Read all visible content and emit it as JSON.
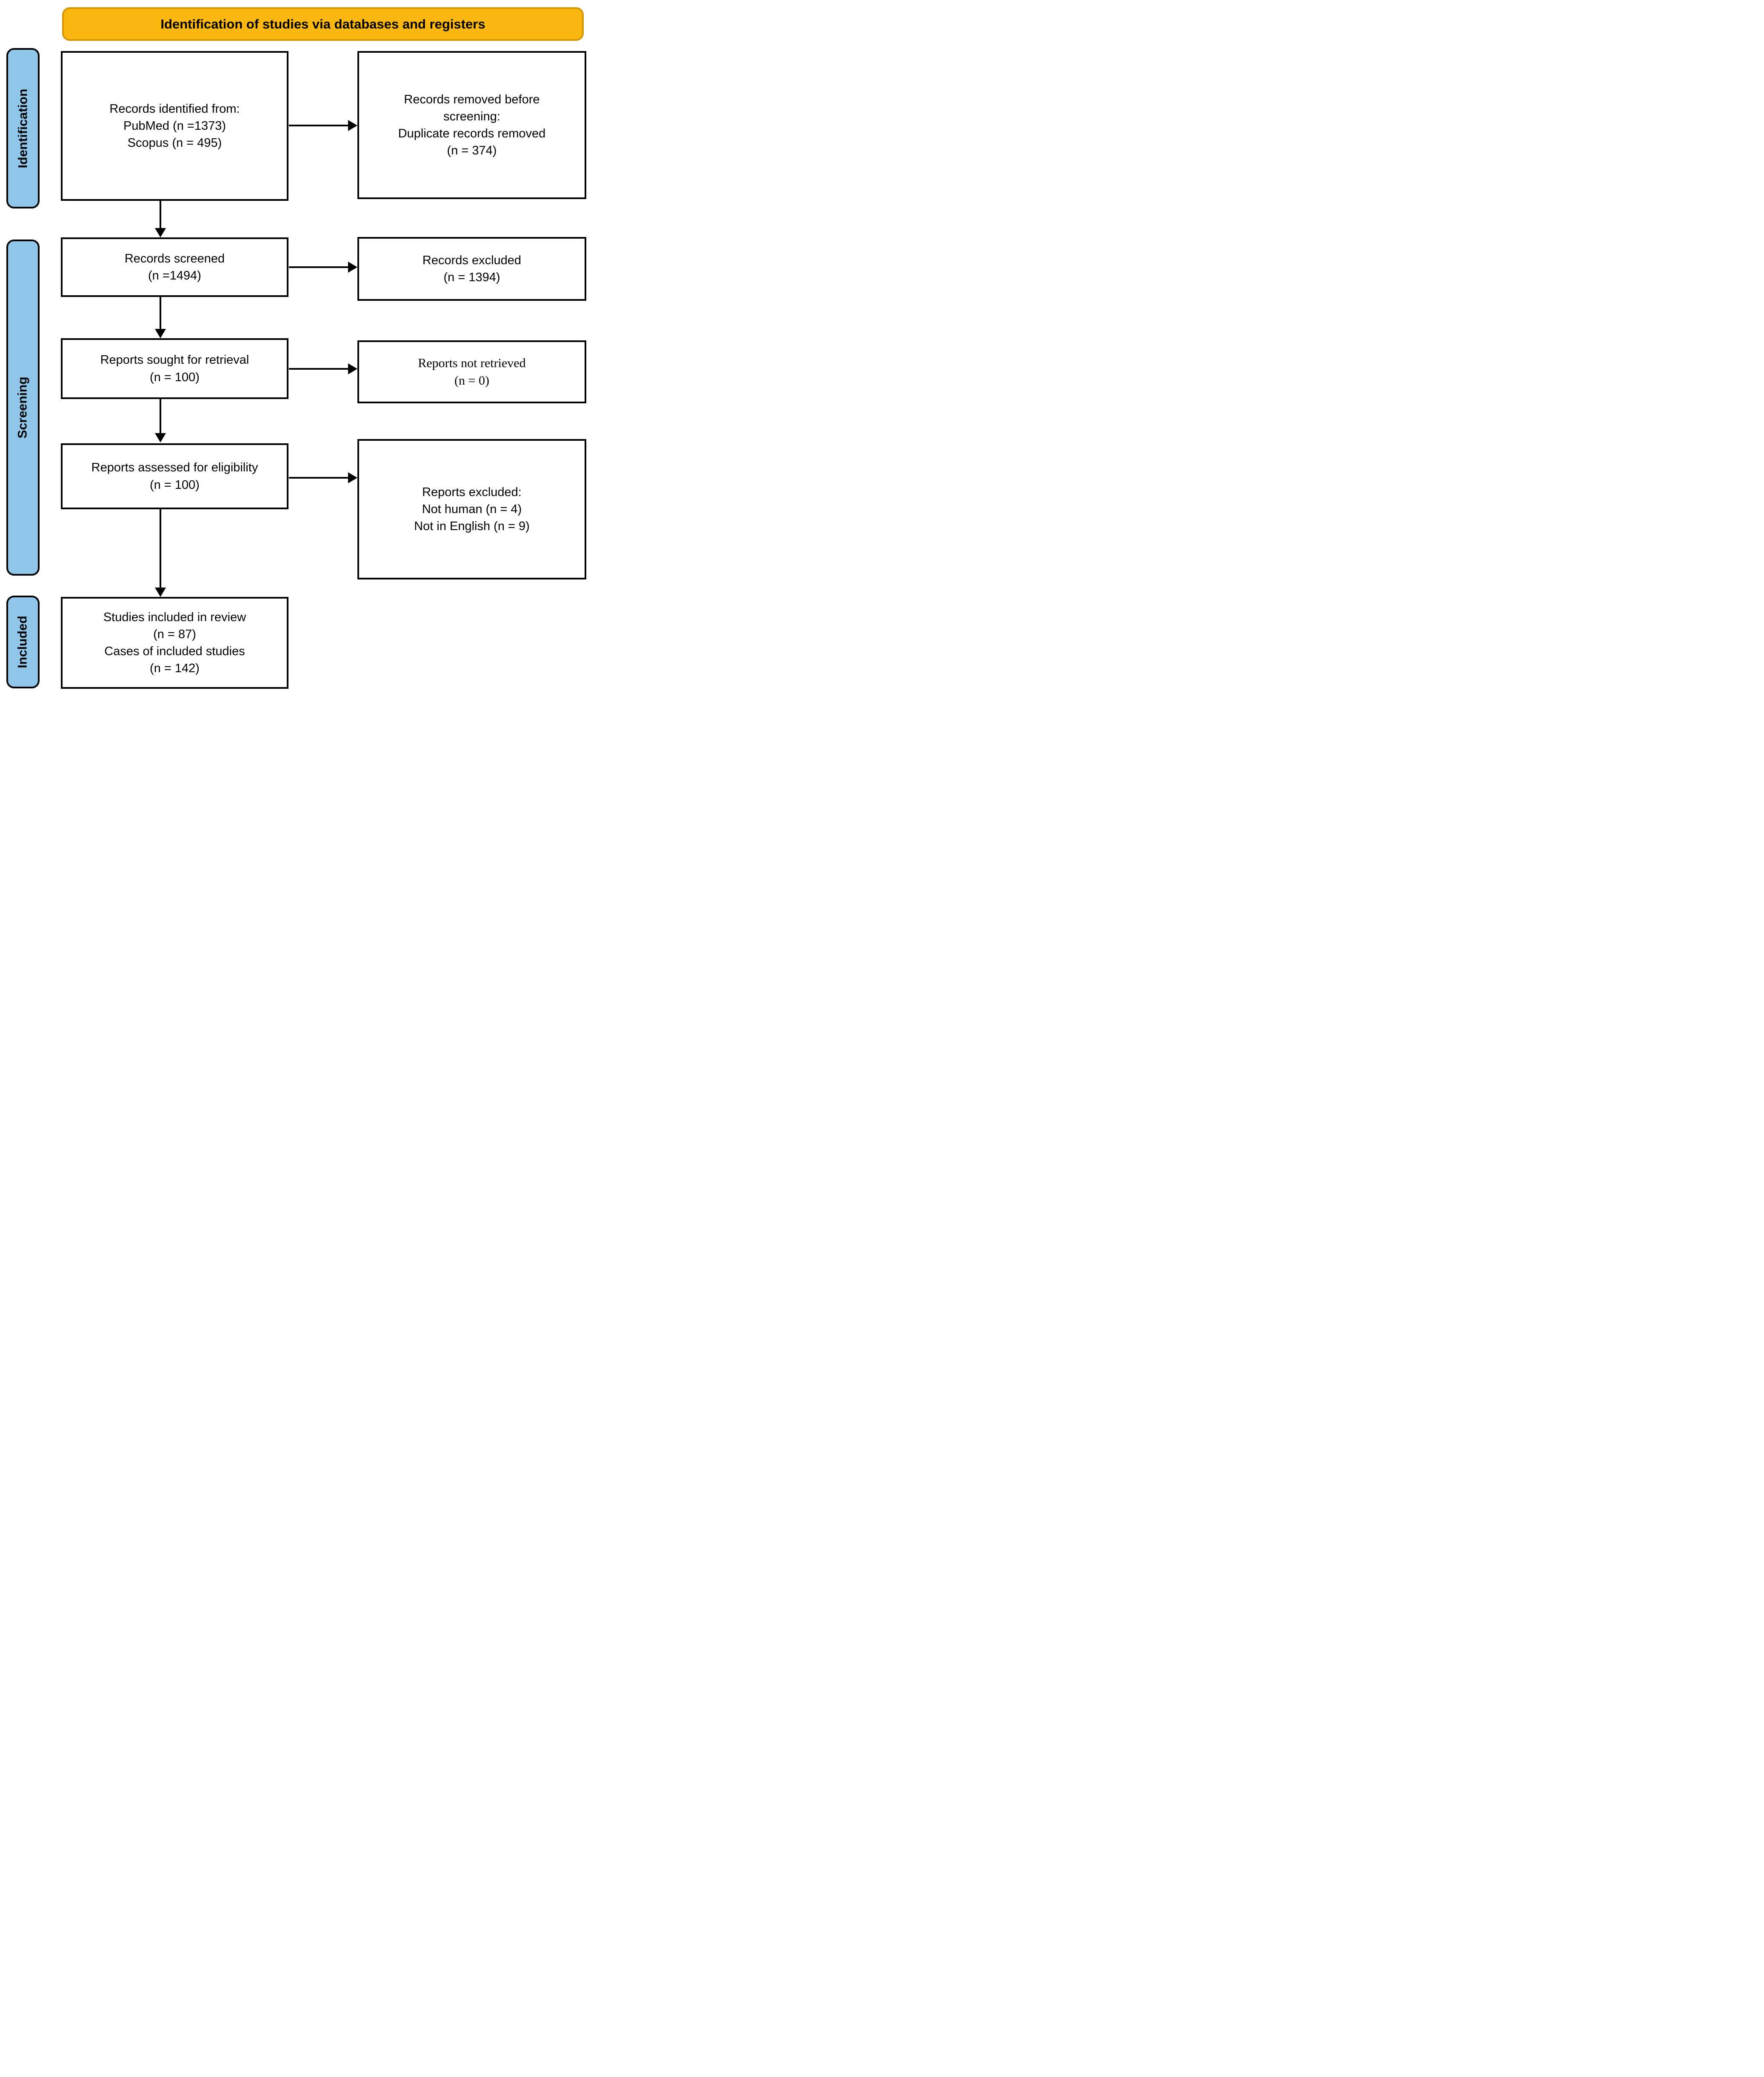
{
  "header": {
    "title": "Identification of studies via databases and registers"
  },
  "colors": {
    "banner_fill": "#FBB811",
    "banner_border": "#D59600",
    "stage_fill": "#90C6E9",
    "box_border": "#000000",
    "text": "#000000"
  },
  "stages": {
    "identification": {
      "label": "Identification"
    },
    "screening": {
      "label": "Screening"
    },
    "included": {
      "label": "Included"
    }
  },
  "boxes": {
    "records_identified": {
      "lines": [
        "Records identified from:",
        "PubMed (n =1373)",
        "Scopus (n = 495)"
      ]
    },
    "records_removed": {
      "lines": [
        "Records removed before",
        "screening:",
        "Duplicate records removed",
        "(n = 374)"
      ]
    },
    "records_screened": {
      "lines": [
        "Records screened",
        "(n =1494)"
      ]
    },
    "records_excluded": {
      "lines": [
        "Records excluded",
        "(n = 1394)"
      ]
    },
    "reports_sought": {
      "lines": [
        "Reports sought for retrieval",
        "(n = 100)"
      ]
    },
    "reports_not_retrieved": {
      "lines": [
        "Reports not retrieved",
        "(n = 0)"
      ]
    },
    "reports_assessed": {
      "lines": [
        "Reports assessed for eligibility",
        "(n = 100)"
      ]
    },
    "reports_excluded": {
      "lines": [
        "Reports excluded:",
        "Not human (n = 4)",
        "Not in English (n = 9)"
      ]
    },
    "studies_included": {
      "lines": [
        "Studies included in review",
        "(n = 87)",
        "Cases of included studies",
        "(n = 142)"
      ]
    }
  }
}
